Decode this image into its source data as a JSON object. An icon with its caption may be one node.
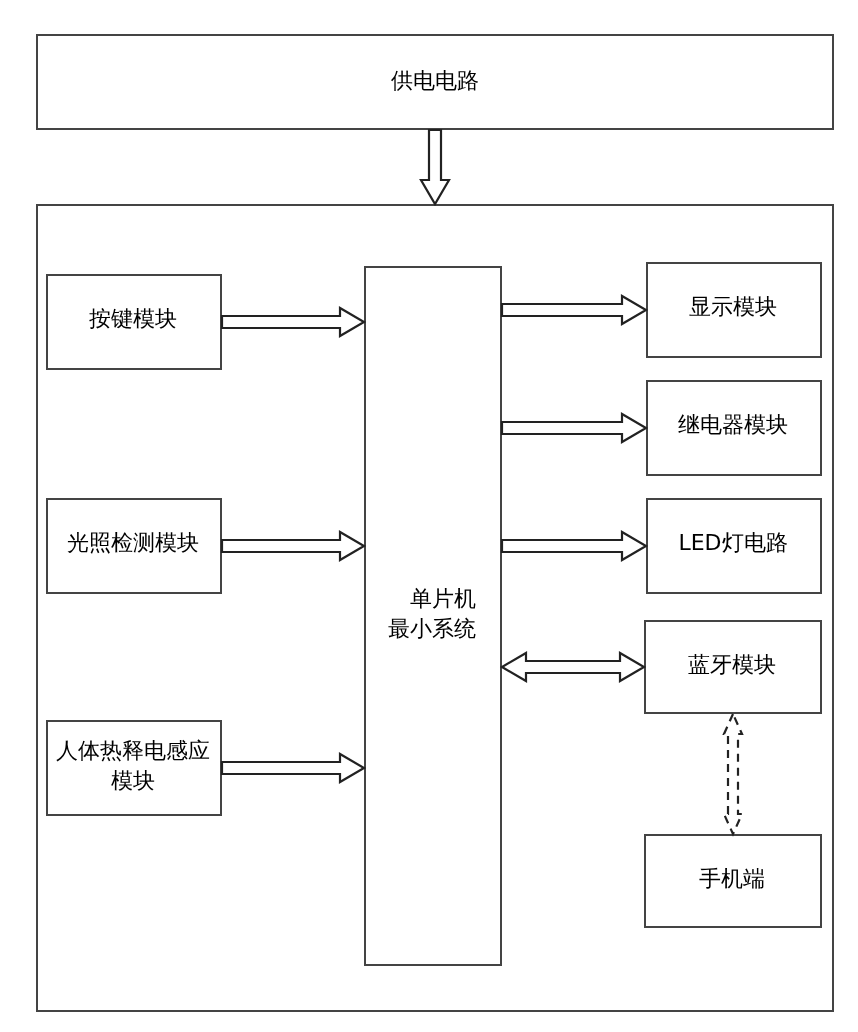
{
  "diagram": {
    "nodes": [
      {
        "text": [
          "供电电路"
        ]
      },
      {
        "text": [],
        "shape": "box"
      },
      {
        "text": [
          "按键模块"
        ],
        "in": 1
      },
      {
        "text": [
          "光照检测模块"
        ],
        "in": 1
      },
      {
        "text": [
          "人体热释电感应模块"
        ],
        "in": 1
      },
      {
        "text": [
          "单片机最小系统"
        ],
        "in": 1
      },
      {
        "text": [
          "显示模块"
        ],
        "in": 1
      },
      {
        "text": [
          "继电器模块"
        ],
        "in": 1
      },
      {
        "text": [
          "LED灯电路"
        ],
        "in": 1
      },
      {
        "text": [
          "蓝牙模块"
        ],
        "in": 1
      },
      {
        "text": [
          "手机端"
        ],
        "in": 1
      }
    ],
    "edges": [
      {
        "from": 0,
        "to": 1,
        "arrow": "to"
      },
      {
        "from": 2,
        "to": 5,
        "arrow": "to"
      },
      {
        "from": 3,
        "to": 5,
        "arrow": "to"
      },
      {
        "from": 4,
        "to": 5,
        "arrow": "to"
      },
      {
        "from": 5,
        "to": 6,
        "arrow": "to"
      },
      {
        "from": 5,
        "to": 7,
        "arrow": "to"
      },
      {
        "from": 5,
        "to": 8,
        "arrow": "to"
      },
      {
        "from": 5,
        "to": 9,
        "arrow": "both"
      },
      {
        "from": 9,
        "to": 10,
        "arrow": "both",
        "style": "dashed"
      }
    ]
  }
}
